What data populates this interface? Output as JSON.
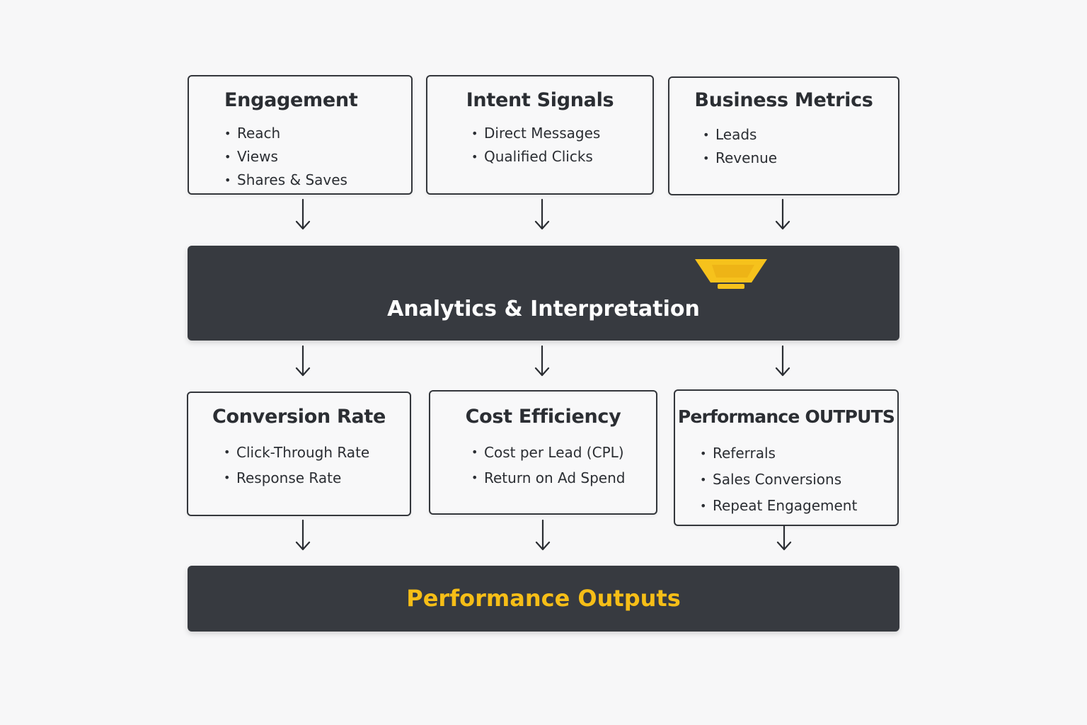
{
  "top_boxes": [
    {
      "title": "Engagement",
      "items": [
        "Reach",
        "Views",
        "Shares & Saves"
      ]
    },
    {
      "title": "Intent Signals",
      "items": [
        "Direct Messages",
        "Qualified Clicks"
      ]
    },
    {
      "title": "Business Metrics",
      "items": [
        "Leads",
        "Revenue"
      ]
    }
  ],
  "analytics_band": {
    "title": "Analytics & Interpretation",
    "icon": "funnel-icon",
    "icon_color": "#f6c21c"
  },
  "bottom_boxes": [
    {
      "title": "Conversion Rate",
      "items": [
        "Click-Through Rate",
        "Response Rate"
      ]
    },
    {
      "title": "Cost Efficiency",
      "items": [
        "Cost per Lead (CPL)",
        "Return on Ad Spend"
      ]
    },
    {
      "title": "Performance OUTPUTS",
      "items": [
        "Referrals",
        "Sales Conversions",
        "Repeat Engagement"
      ]
    }
  ],
  "outputs_band": {
    "title": "Performance Outputs",
    "title_color": "#f6be17"
  },
  "colors": {
    "background": "#f7f7f8",
    "band": "#373a40",
    "box_border": "#33363b",
    "text": "#2b2e33",
    "accent": "#f6c21c"
  }
}
